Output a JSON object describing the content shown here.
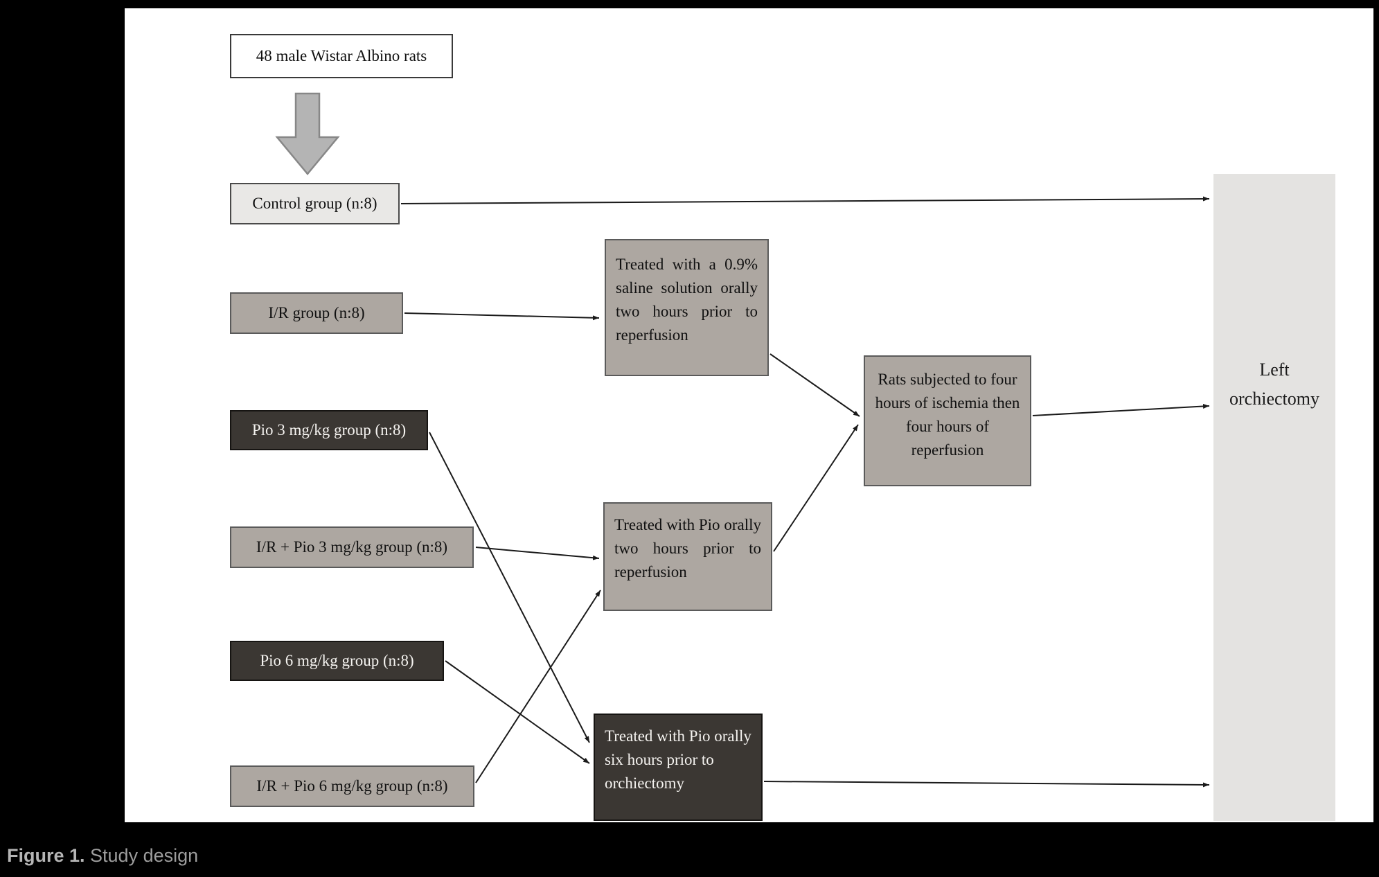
{
  "caption": {
    "prefix": "Figure 1.",
    "text": " Study design"
  },
  "nodes": {
    "cohort": "48 male Wistar Albino rats",
    "control": "Control group (n:8)",
    "ir": "I/R group (n:8)",
    "pio3": "Pio 3 mg/kg group (n:8)",
    "ir_pio3": "I/R + Pio 3 mg/kg group (n:8)",
    "pio6": "Pio 6 mg/kg group (n:8)",
    "ir_pio6": "I/R + Pio 6 mg/kg group (n:8)",
    "saline_treatment": "Treated with a 0.9% saline solution orally two hours prior to reperfusion",
    "pio_two_hours": "Treated with Pio orally two hours prior to reperfusion",
    "ischemia_reperfusion": "Rats subjected to four hours of ischemia then four hours of reperfusion",
    "pio_six_hours": "Treated with Pio orally six hours prior to orchiectomy",
    "outcome": "Left orchiectomy"
  },
  "colors": {
    "dark_box": "#3b3733",
    "gray_box": "#ada7a1",
    "light_box": "#e9e8e6",
    "outcome_panel": "#e4e3e1"
  }
}
